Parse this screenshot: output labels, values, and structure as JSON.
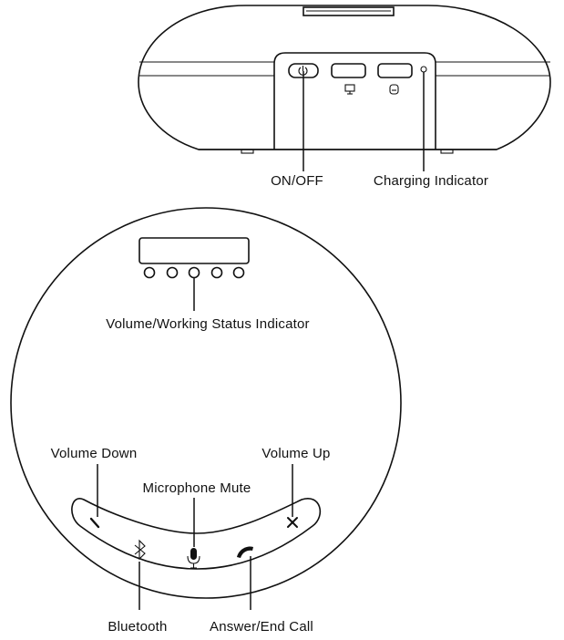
{
  "labels": {
    "on_off": "ON/OFF",
    "charging_indicator": "Charging Indicator",
    "volume_status": "Volume/Working Status Indicator",
    "volume_down": "Volume Down",
    "volume_up": "Volume Up",
    "microphone_mute": "Microphone Mute",
    "bluetooth": "Bluetooth",
    "answer_end_call": "Answer/End Call"
  },
  "icons": {
    "power": "power-icon",
    "monitor": "monitor-icon",
    "phone_port": "phone-port-icon",
    "minus": "minus-icon",
    "plus": "plus-icon",
    "bluetooth": "bluetooth-icon",
    "microphone": "microphone-icon",
    "phone": "phone-icon"
  },
  "colors": {
    "line": "#111111",
    "background": "#ffffff"
  }
}
